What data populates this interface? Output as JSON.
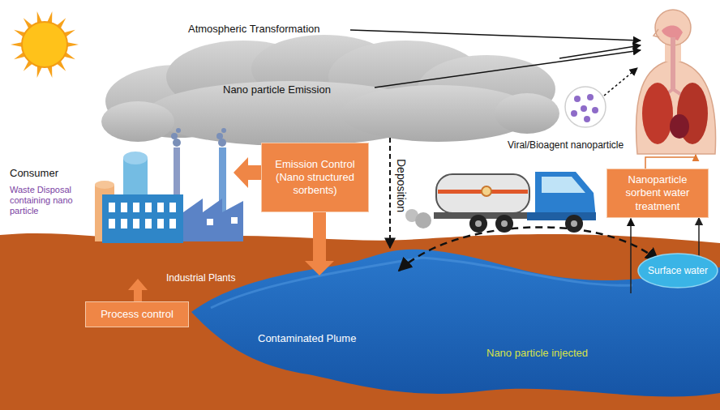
{
  "diagram": {
    "nodes": [
      {
        "text": [
          "Emission Control (Nano structured sorbents)"
        ]
      },
      {
        "text": [
          "Process control"
        ]
      },
      {
        "text": [
          "Nanoparticle sorbent water treatment"
        ]
      },
      {
        "text": [
          "Surface water"
        ]
      }
    ],
    "edges": [
      {
        "from": 3,
        "to": 2,
        "arrow": "to"
      }
    ],
    "labels": [
      "Atmospheric Transformation",
      "Nano particle Emission",
      "Viral/Bioagent nanoparticle",
      "Consumer",
      "Waste Disposal containing nano particle",
      "Deposition",
      "Industrial Plants",
      "Contaminated Plume",
      "Nano particle injected"
    ]
  }
}
